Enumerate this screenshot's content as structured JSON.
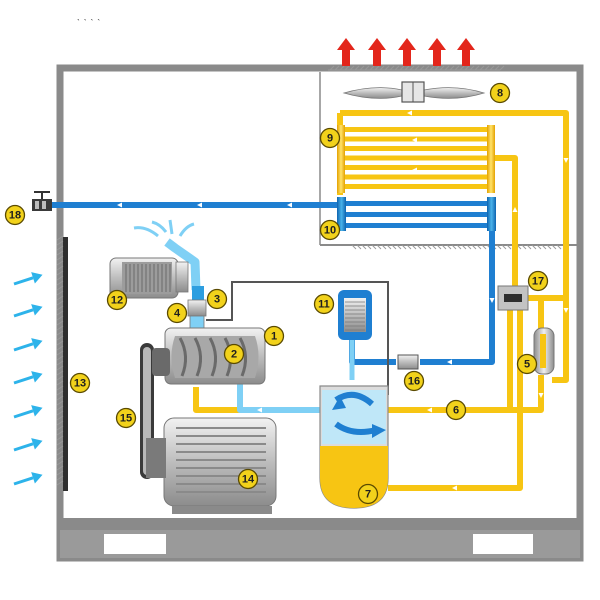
{
  "caption_text": "̀ ̀ ̀ ̀",
  "callouts": [
    "1",
    "2",
    "3",
    "4",
    "5",
    "6",
    "7",
    "8",
    "9",
    "10",
    "11",
    "12",
    "13",
    "14",
    "15",
    "16",
    "17",
    "18"
  ],
  "colors": {
    "oil": "#f7c513",
    "air": "#1f7fd1",
    "air_light": "#7fd0f5",
    "frame": "#8a8a8a",
    "metal": "#b9b9b9",
    "hot_arrow": "#e3261b",
    "badge": "#f2d21b"
  },
  "icons": [
    "fan-icon",
    "intake-arrow-icon",
    "exhaust-arrow-icon",
    "flow-arrow-icon",
    "swirl-arrow-icon"
  ]
}
